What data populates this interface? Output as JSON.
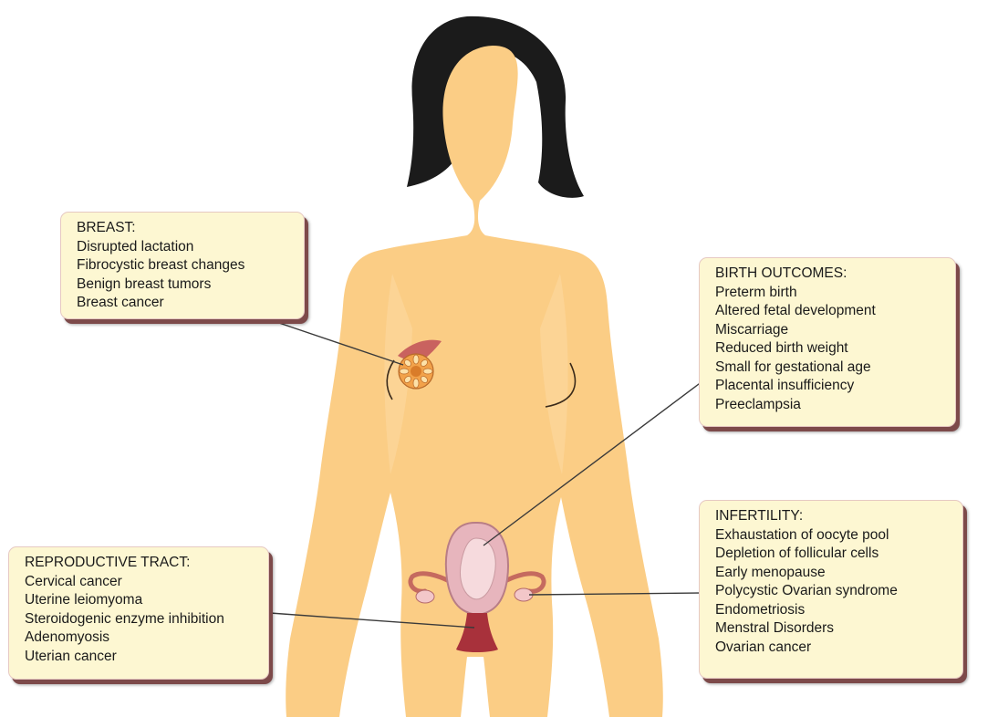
{
  "boxes": {
    "breast": {
      "title": "BREAST:",
      "items": [
        "Disrupted lactation",
        "Fibrocystic breast changes",
        "Benign breast tumors",
        "Breast cancer"
      ]
    },
    "birth_outcomes": {
      "title": "BIRTH OUTCOMES:",
      "items": [
        "Preterm birth",
        "Altered fetal development",
        "Miscarriage",
        "Reduced birth weight",
        "Small for gestational age",
        "Placental insufficiency",
        "Preeclampsia"
      ]
    },
    "reproductive_tract": {
      "title": "REPRODUCTIVE TRACT:",
      "items": [
        "Cervical cancer",
        "Uterine leiomyoma",
        "Steroidogenic enzyme inhibition",
        "Adenomyosis",
        "Uterian cancer"
      ]
    },
    "infertility": {
      "title": "INFERTILITY:",
      "items": [
        "Exhaustation of oocyte pool",
        "Depletion of follicular cells",
        "Early menopause",
        "Polycystic Ovarian syndrome",
        "Endometriosis",
        "Menstral Disorders",
        "Ovarian cancer"
      ]
    }
  },
  "colors": {
    "skin": "#fbcd85",
    "hair": "#1b1b1b",
    "box_fill": "#fdf7d2",
    "box_shadow": "#7d4a4a",
    "uterus": "#e7b5bd",
    "cervix": "#a8313b"
  }
}
